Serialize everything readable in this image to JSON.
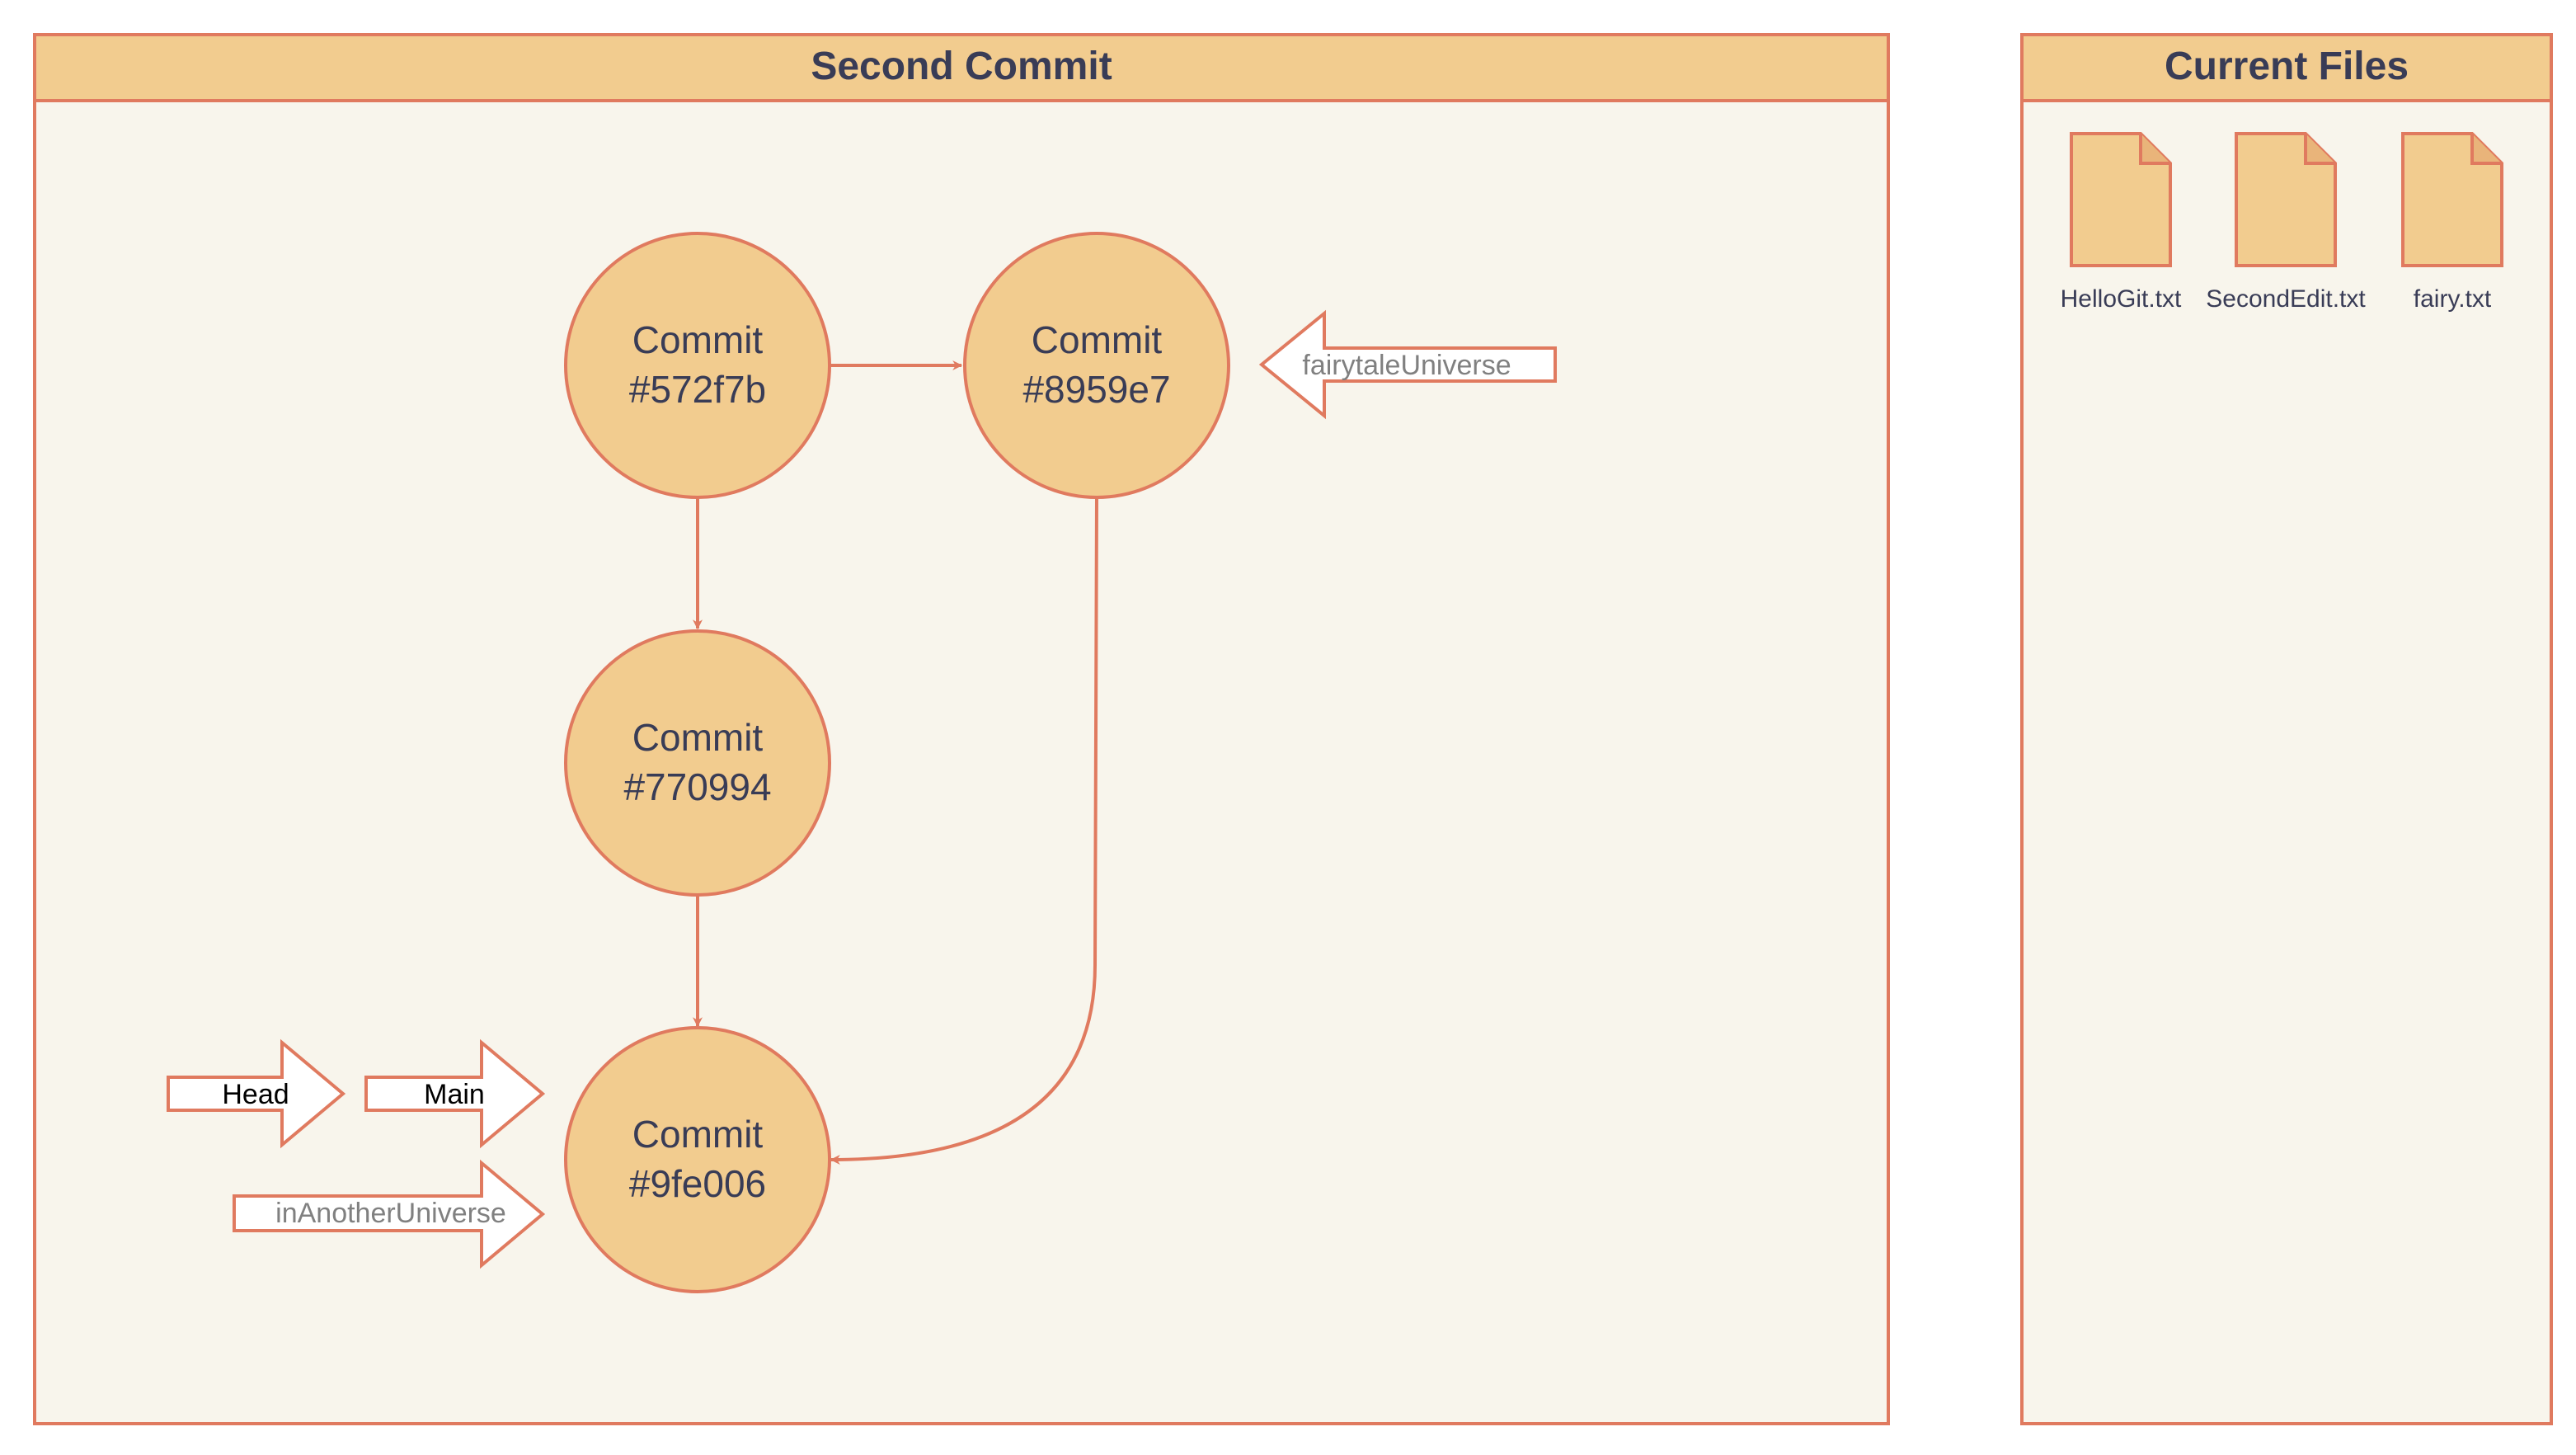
{
  "colors": {
    "stroke": "#e07a5f",
    "fill": "#f2cc8f",
    "panel_bg": "#f8f5ec",
    "text": "#393c56",
    "ref_label_grey": "#808080"
  },
  "history_panel": {
    "title": "Second Commit"
  },
  "files_panel": {
    "title": "Current Files",
    "files": [
      {
        "name": "HelloGit.txt",
        "icon": "file-icon"
      },
      {
        "name": "SecondEdit.txt",
        "icon": "file-icon"
      },
      {
        "name": "fairy.txt",
        "icon": "file-icon"
      }
    ]
  },
  "commits": [
    {
      "line1": "Commit",
      "line2": "#572f7b"
    },
    {
      "line1": "Commit",
      "line2": "#8959e7"
    },
    {
      "line1": "Commit",
      "line2": "#770994"
    },
    {
      "line1": "Commit",
      "line2": "#9fe006"
    }
  ],
  "refs": {
    "head": "Head",
    "main": "Main",
    "in_another_universe": "inAnotherUniverse",
    "fairytale_universe": "fairytaleUniverse"
  },
  "edges": [
    {
      "from": "#572f7b",
      "to": "#8959e7"
    },
    {
      "from": "#572f7b",
      "to": "#770994"
    },
    {
      "from": "#770994",
      "to": "#9fe006"
    },
    {
      "from": "#8959e7",
      "to": "#9fe006"
    }
  ]
}
